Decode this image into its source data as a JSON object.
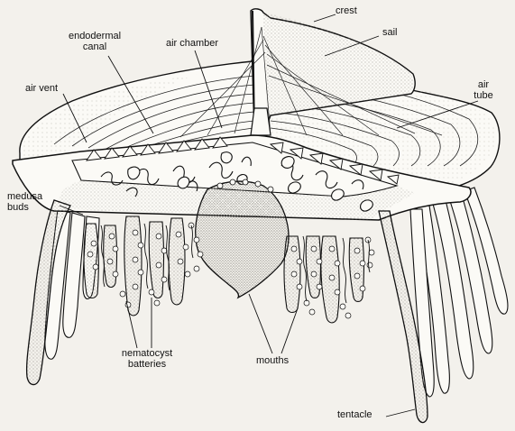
{
  "labels": {
    "crest": "crest",
    "sail": "sail",
    "endodermal_canal_l1": "endodermal",
    "endodermal_canal_l2": "canal",
    "air_chamber": "air chamber",
    "air_vent": "air vent",
    "air_tube_l1": "air",
    "air_tube_l2": "tube",
    "medusa_buds_l1": "medusa",
    "medusa_buds_l2": "buds",
    "nematocyst_l1": "nematocyst",
    "nematocyst_l2": "batteries",
    "mouths": "mouths",
    "tentacle": "tentacle"
  },
  "colors": {
    "ink": "#111111",
    "background": "#f3f1ec",
    "fill_light": "#fbfaf6",
    "stipple": "#8a877f"
  }
}
